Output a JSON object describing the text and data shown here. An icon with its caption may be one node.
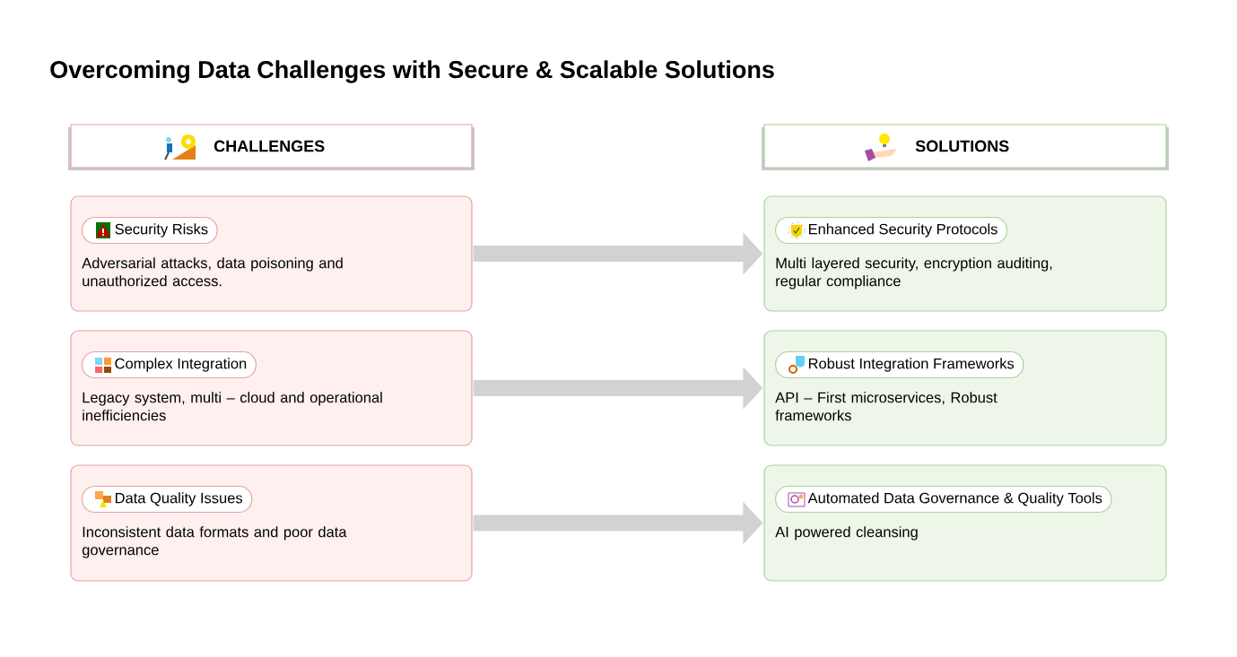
{
  "diagram": {
    "title": "Overcoming Data Challenges with Secure & Scalable Solutions",
    "nodes": [
      {
        "text": [
          "CHALLENGES"
        ]
      },
      {
        "text": [
          "SOLUTIONS"
        ]
      },
      {
        "text": [
          "Security Risks",
          "Adversarial attacks, data poisoning and unauthorized access."
        ]
      },
      {
        "text": [
          "Complex Integration",
          "Legacy system, multi – cloud and operational inefficiencies"
        ]
      },
      {
        "text": [
          "Data Quality Issues",
          "Inconsistent data formats and poor data governance"
        ]
      },
      {
        "text": [
          "Enhanced Security Protocols",
          "Multi layered security, encryption auditing, regular compliance"
        ]
      },
      {
        "text": [
          "Robust Integration Frameworks",
          "API – First microservices, Robust frameworks"
        ]
      },
      {
        "text": [
          "Automated Data Governance & Quality Tools",
          "AI powered cleansing"
        ]
      }
    ],
    "edges": [
      {
        "from": 2,
        "to": 5,
        "arrow": "to"
      },
      {
        "from": 3,
        "to": 6,
        "arrow": "to"
      },
      {
        "from": 4,
        "to": 7,
        "arrow": "to"
      }
    ]
  }
}
